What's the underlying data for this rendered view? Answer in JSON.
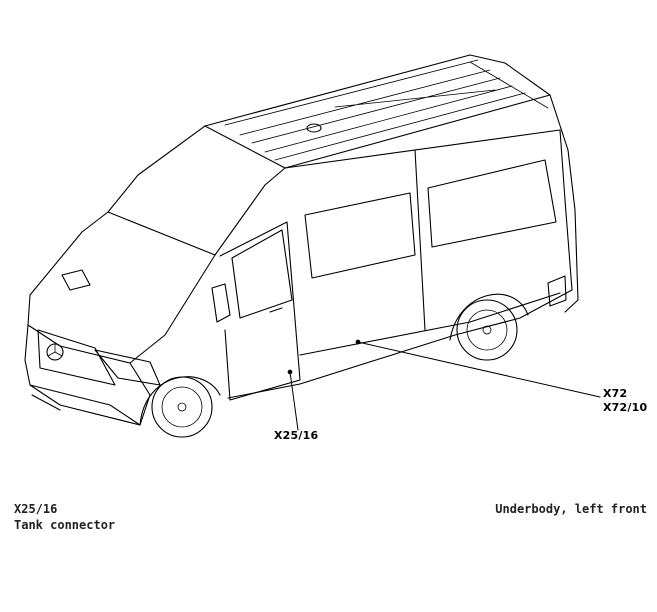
{
  "callouts": {
    "tank_connector_code": "X25/16",
    "underbody_codes": [
      "X72",
      "X72/10"
    ]
  },
  "caption": {
    "component_code": "X25/16",
    "component_name": "Tank connector",
    "location": "Underbody, left front"
  },
  "colors": {
    "line": "#000000",
    "background": "#ffffff"
  }
}
